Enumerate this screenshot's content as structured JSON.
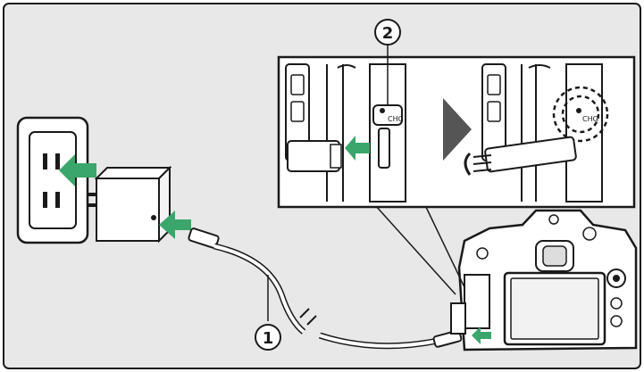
{
  "steps": {
    "cable_callout": "1",
    "indicator_callout": "2"
  },
  "indicator": {
    "label_left": "CHG",
    "label_right": "CHG"
  },
  "colors": {
    "panel_bg": "#e8e8e8",
    "frame": "#1a1a1a",
    "arrow_green": "#3aa66b",
    "indicator_lit": "#ffffff",
    "play_arrow": "#555555"
  },
  "icons": [
    "wall-outlet-icon",
    "ac-adapter-icon",
    "usb-cable-icon",
    "camera-icon",
    "charge-lamp-icon",
    "play-arrow-icon"
  ]
}
